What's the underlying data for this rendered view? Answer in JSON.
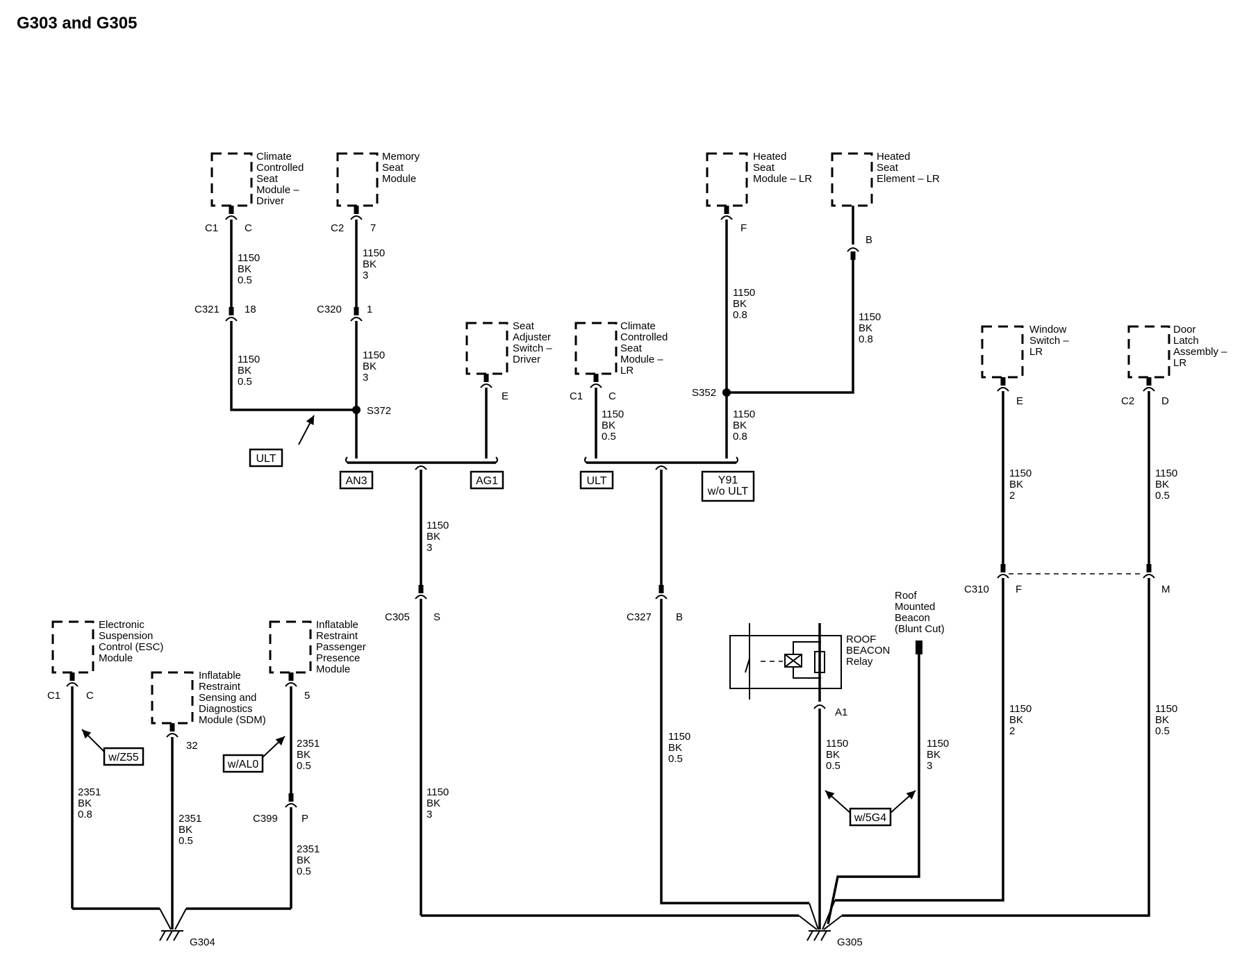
{
  "title": "G303 and G305",
  "components": {
    "ccsm_driver": [
      "Climate",
      "Controlled",
      "Seat",
      "Module –",
      "Driver"
    ],
    "memory_seat": [
      "Memory",
      "Seat",
      "Module"
    ],
    "seat_adjuster": [
      "Seat",
      "Adjuster",
      "Switch –",
      "Driver"
    ],
    "ccsm_lr": [
      "Climate",
      "Controlled",
      "Seat",
      "Module –",
      "LR"
    ],
    "heated_module_lr": [
      "Heated",
      "Seat",
      "Module – LR"
    ],
    "heated_element_lr": [
      "Heated",
      "Seat",
      "Element – LR"
    ],
    "window_switch": [
      "Window",
      "Switch –",
      "LR"
    ],
    "door_latch": [
      "Door",
      "Latch",
      "Assembly –",
      "LR"
    ],
    "esc_module": [
      "Electronic",
      "Suspension",
      "Control (ESC)",
      "Module"
    ],
    "sdm": [
      "Inflatable",
      "Restraint",
      "Sensing and",
      "Diagnostics",
      "Module (SDM)"
    ],
    "irppm": [
      "Inflatable",
      "Restraint",
      "Passenger",
      "Presence",
      "Module"
    ],
    "roof_beacon": [
      "Roof",
      "Mounted",
      "Beacon",
      "(Blunt Cut)"
    ],
    "relay": [
      "ROOF",
      "BEACON",
      "Relay"
    ]
  },
  "connectors": {
    "c1": "C1",
    "c2": "C2",
    "pin_c": "C",
    "pin_7": "7",
    "pin_e": "E",
    "pin_f": "F",
    "pin_b": "B",
    "pin_d": "D",
    "c321": "C321",
    "pin_18": "18",
    "c320": "C320",
    "pin_1": "1",
    "c305": "C305",
    "pin_s": "S",
    "c327": "C327",
    "c310": "C310",
    "pin_m": "M",
    "pin_32": "32",
    "pin_5": "5",
    "c399": "C399",
    "pin_p": "P",
    "a1": "A1"
  },
  "splices": {
    "s372": "S372",
    "s352": "S352"
  },
  "grounds": {
    "g304": "G304",
    "g305": "G305"
  },
  "tags": {
    "ult1": "ULT",
    "an3": "AN3",
    "ag1": "AG1",
    "ult2": "ULT",
    "y91": [
      "Y91",
      "w/o ULT"
    ],
    "wz55": "w/Z55",
    "wal0": "w/AL0",
    "w5g4": "w/5G4"
  },
  "wires": {
    "w_1150_bk_05": [
      "1150",
      "BK",
      "0.5"
    ],
    "w_1150_bk_3": [
      "1150",
      "BK",
      "3"
    ],
    "w_1150_bk_08": [
      "1150",
      "BK",
      "0.8"
    ],
    "w_1150_bk_2": [
      "1150",
      "BK",
      "2"
    ],
    "w_2351_bk_08": [
      "2351",
      "BK",
      "0.8"
    ],
    "w_2351_bk_05": [
      "2351",
      "BK",
      "0.5"
    ]
  }
}
